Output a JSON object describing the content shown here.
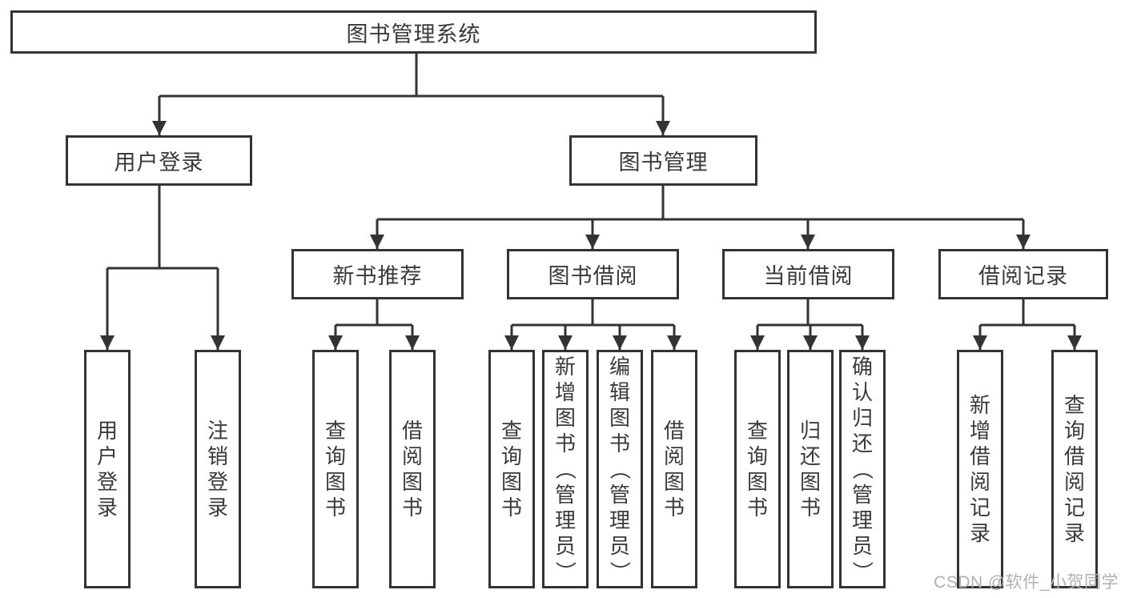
{
  "diagram": {
    "title": "图书管理系统",
    "root": {
      "label": "图书管理系统"
    },
    "branches": [
      {
        "label": "用户登录",
        "children": [
          "用户登录",
          "注销登录"
        ]
      },
      {
        "label": "图书管理",
        "groups": [
          {
            "label": "新书推荐",
            "children": [
              "查询图书",
              "借阅图书"
            ]
          },
          {
            "label": "图书借阅",
            "children": [
              "查询图书",
              "新增图书（管理员）",
              "编辑图书（管理员）",
              "借阅图书"
            ]
          },
          {
            "label": "当前借阅",
            "children": [
              "查询图书",
              "归还图书",
              "确认归还（管理员）"
            ]
          },
          {
            "label": "借阅记录",
            "children": [
              "新增借阅记录",
              "查询借阅记录"
            ]
          }
        ]
      }
    ],
    "watermark": "CSDN @软件_小贺同学",
    "colors": {
      "line": "#333333",
      "text": "#3a3a3a",
      "background": "#ffffff",
      "watermark": "#b0b0b0"
    }
  }
}
